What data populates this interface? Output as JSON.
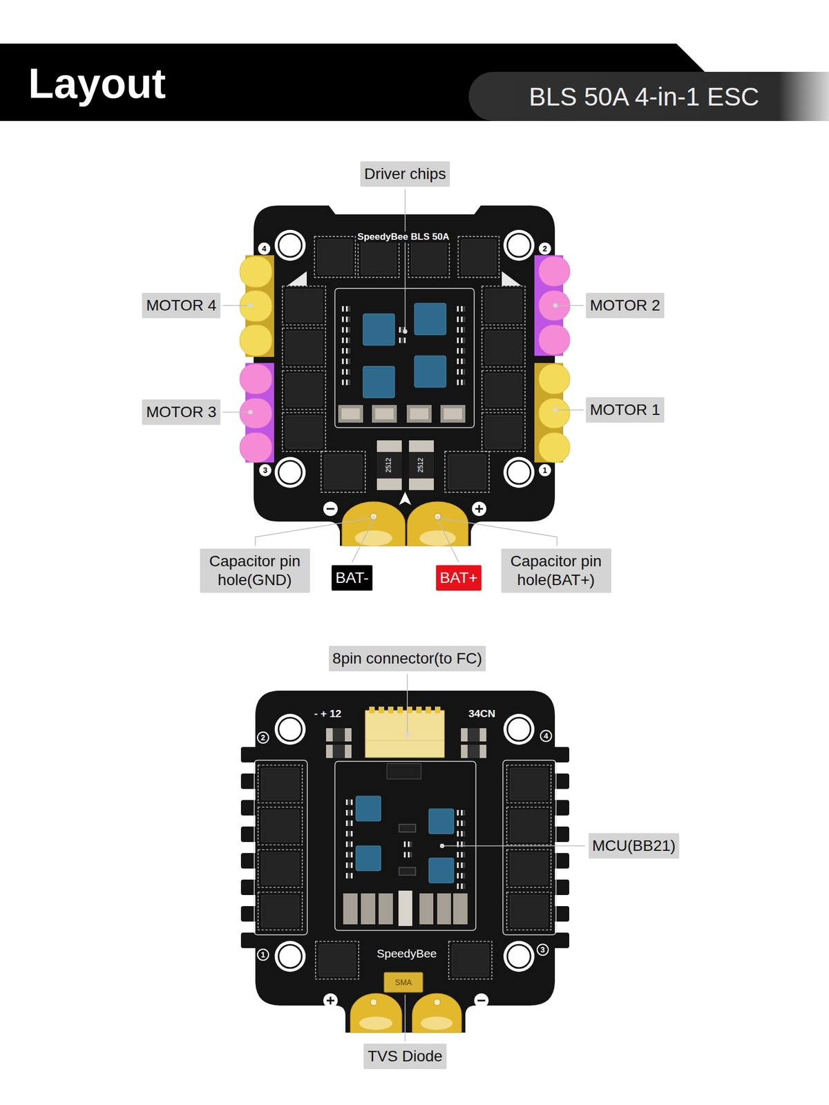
{
  "diagram": {
    "title": "Layout",
    "nodes": [
      {
        "text": [
          "BLS 50A 4-in-1 ESC"
        ]
      },
      {
        "text": [
          "Driver chips"
        ]
      },
      {
        "text": [
          "MOTOR 4"
        ]
      },
      {
        "text": [
          "MOTOR 2"
        ]
      },
      {
        "text": [
          "MOTOR 3"
        ]
      },
      {
        "text": [
          "MOTOR 1"
        ]
      },
      {
        "text": [
          "Capacitor pin hole(GND)"
        ]
      },
      {
        "text": [
          "BAT-"
        ]
      },
      {
        "text": [
          "BAT+"
        ]
      },
      {
        "text": [
          "Capacitor pin hole(BAT+)"
        ]
      },
      {
        "text": [
          "8pin connector(to FC)"
        ]
      },
      {
        "text": [
          "MCU(BB21)"
        ]
      },
      {
        "text": [
          "TVS Diode"
        ]
      }
    ],
    "labels": [
      "SpeedyBee BLS 50A",
      "4",
      "2",
      "3",
      "1",
      "2512",
      "2512",
      "- + 12",
      "34CN",
      "2",
      "4",
      "1",
      "3",
      "SpeedyBee",
      "SMA"
    ]
  }
}
